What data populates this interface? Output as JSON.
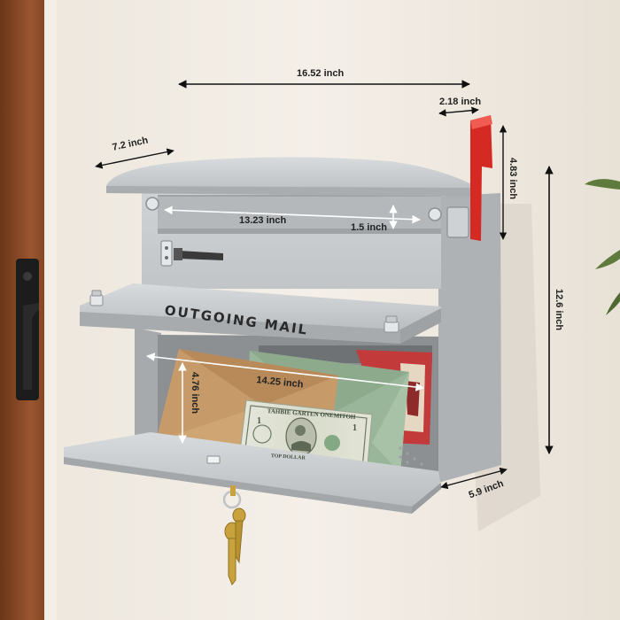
{
  "product": {
    "slot_label": "OUTGOING MAIL",
    "banknote_text_top": "TAHBIE GARTEN ONEMITOH",
    "banknote_text_bottom": "TOP DOLLAR",
    "colors": {
      "wall": "#efe9e0",
      "door": "#8a4a26",
      "mailbox_body": "#bfc3c6",
      "mailbox_face": "#d4d7d9",
      "flag": "#d42a23",
      "envelope_kraft": "#c79a6a",
      "envelope_green": "#9ab69a"
    }
  },
  "dimensions": {
    "overall_width": "16.52 inch",
    "flag_depth": "2.18 inch",
    "top_depth": "7.2 inch",
    "flag_height": "4.83 inch",
    "inner_width": "13.23 inch",
    "slot_height": "1.5 inch",
    "overall_height": "12.6 inch",
    "tray_width": "14.25 inch",
    "tray_height": "4.76 inch",
    "box_depth": "5.9 inch"
  }
}
